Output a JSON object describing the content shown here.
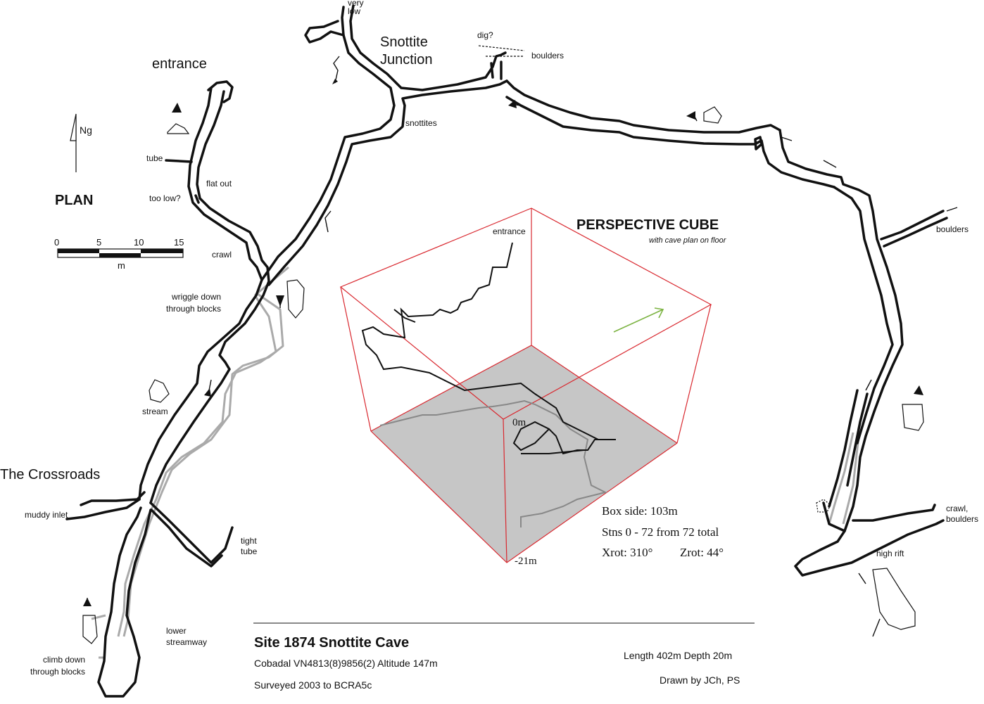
{
  "north": {
    "label": "Ng"
  },
  "plan_label": "PLAN",
  "scale": {
    "ticks": [
      "0",
      "5",
      "10",
      "15"
    ],
    "unit": "m"
  },
  "labels": {
    "very_low": "very\nlow",
    "snottite_junction": "Snottite\nJunction",
    "entrance": "entrance",
    "dig": "dig?",
    "boulders_top": "boulders",
    "snottites": "snottites",
    "tube": "tube",
    "flat_out": "flat out",
    "too_low": "too low?",
    "crawl": "crawl",
    "wriggle": "wriggle down\nthrough blocks",
    "stream": "stream",
    "the_crossroads": "The Crossroads",
    "muddy_inlet": "muddy inlet",
    "tight_tube": "tight\ntube",
    "lower_streamway": "lower\nstreamway",
    "climb_down": "climb down\nthrough blocks",
    "boulders_right": "boulders",
    "crawl_boulders": "crawl,\nboulders",
    "high_rift": "high rift"
  },
  "cube": {
    "title": "PERSPECTIVE CUBE",
    "subtitle": "with cave plan on floor",
    "entrance": "entrance",
    "zero": "0m",
    "depth": "-21m",
    "box_side": "Box side: 103m",
    "stations": "Stns 0 - 72 from 72 total",
    "xrot": "Xrot: 310°",
    "zrot": "Zrot: 44°"
  },
  "title_block": {
    "title": "Site 1874 Snottite Cave",
    "location": "Cobadal VN4813(8)9856(2) Altitude 147m",
    "surveyed": "Surveyed 2003  to BCRA5c",
    "length_depth": "Length 402m  Depth 20m",
    "drawn_by": "Drawn by JCh, PS"
  },
  "colors": {
    "passage": "#111111",
    "lower_level": "#aaaaaa",
    "cube_edge": "#d9282f",
    "cube_floor": "#c6c6c6",
    "arrow": "#7cb342"
  }
}
